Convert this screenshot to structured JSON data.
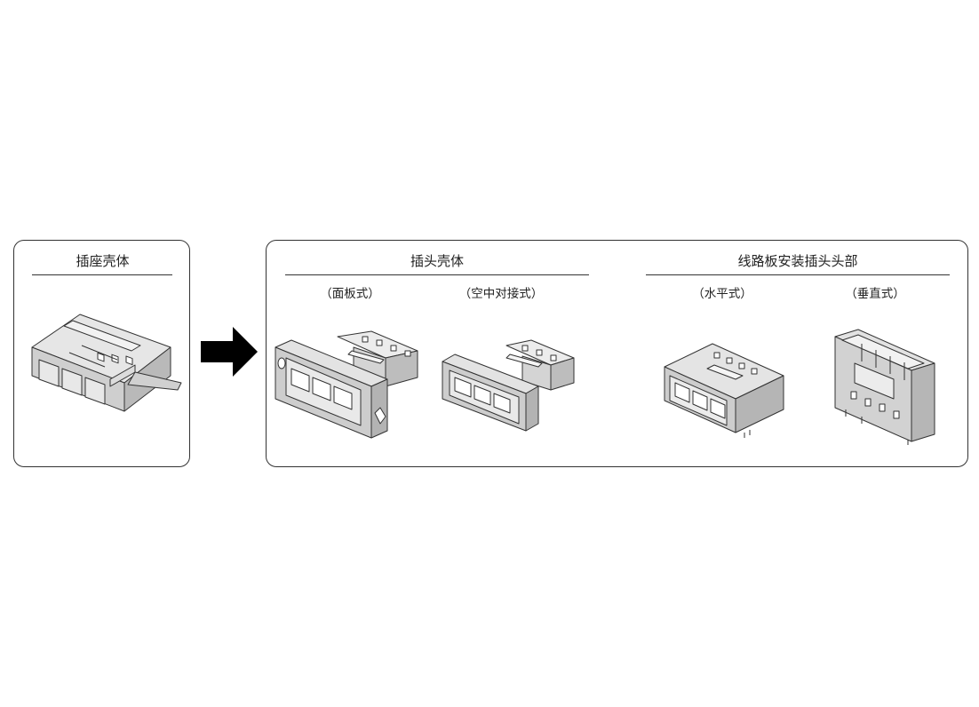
{
  "socket_housing": {
    "title": "插座壳体"
  },
  "plug_housing": {
    "title": "插头壳体",
    "variants": [
      {
        "label": "（面板式）"
      },
      {
        "label": "（空中对接式）"
      }
    ]
  },
  "pcb_header": {
    "title": "线路板安装插头头部",
    "variants": [
      {
        "label": "（水平式）"
      },
      {
        "label": "（垂直式）"
      }
    ]
  },
  "colors": {
    "stroke": "#333333",
    "fill": "#d9d9d9",
    "fill_dark": "#bdbdbd",
    "arrow": "#000000"
  },
  "icons": [
    "socket-housing-illustration",
    "panel-plug-illustration",
    "inline-plug-illustration",
    "horizontal-header-illustration",
    "vertical-header-illustration",
    "arrow-right-icon"
  ]
}
